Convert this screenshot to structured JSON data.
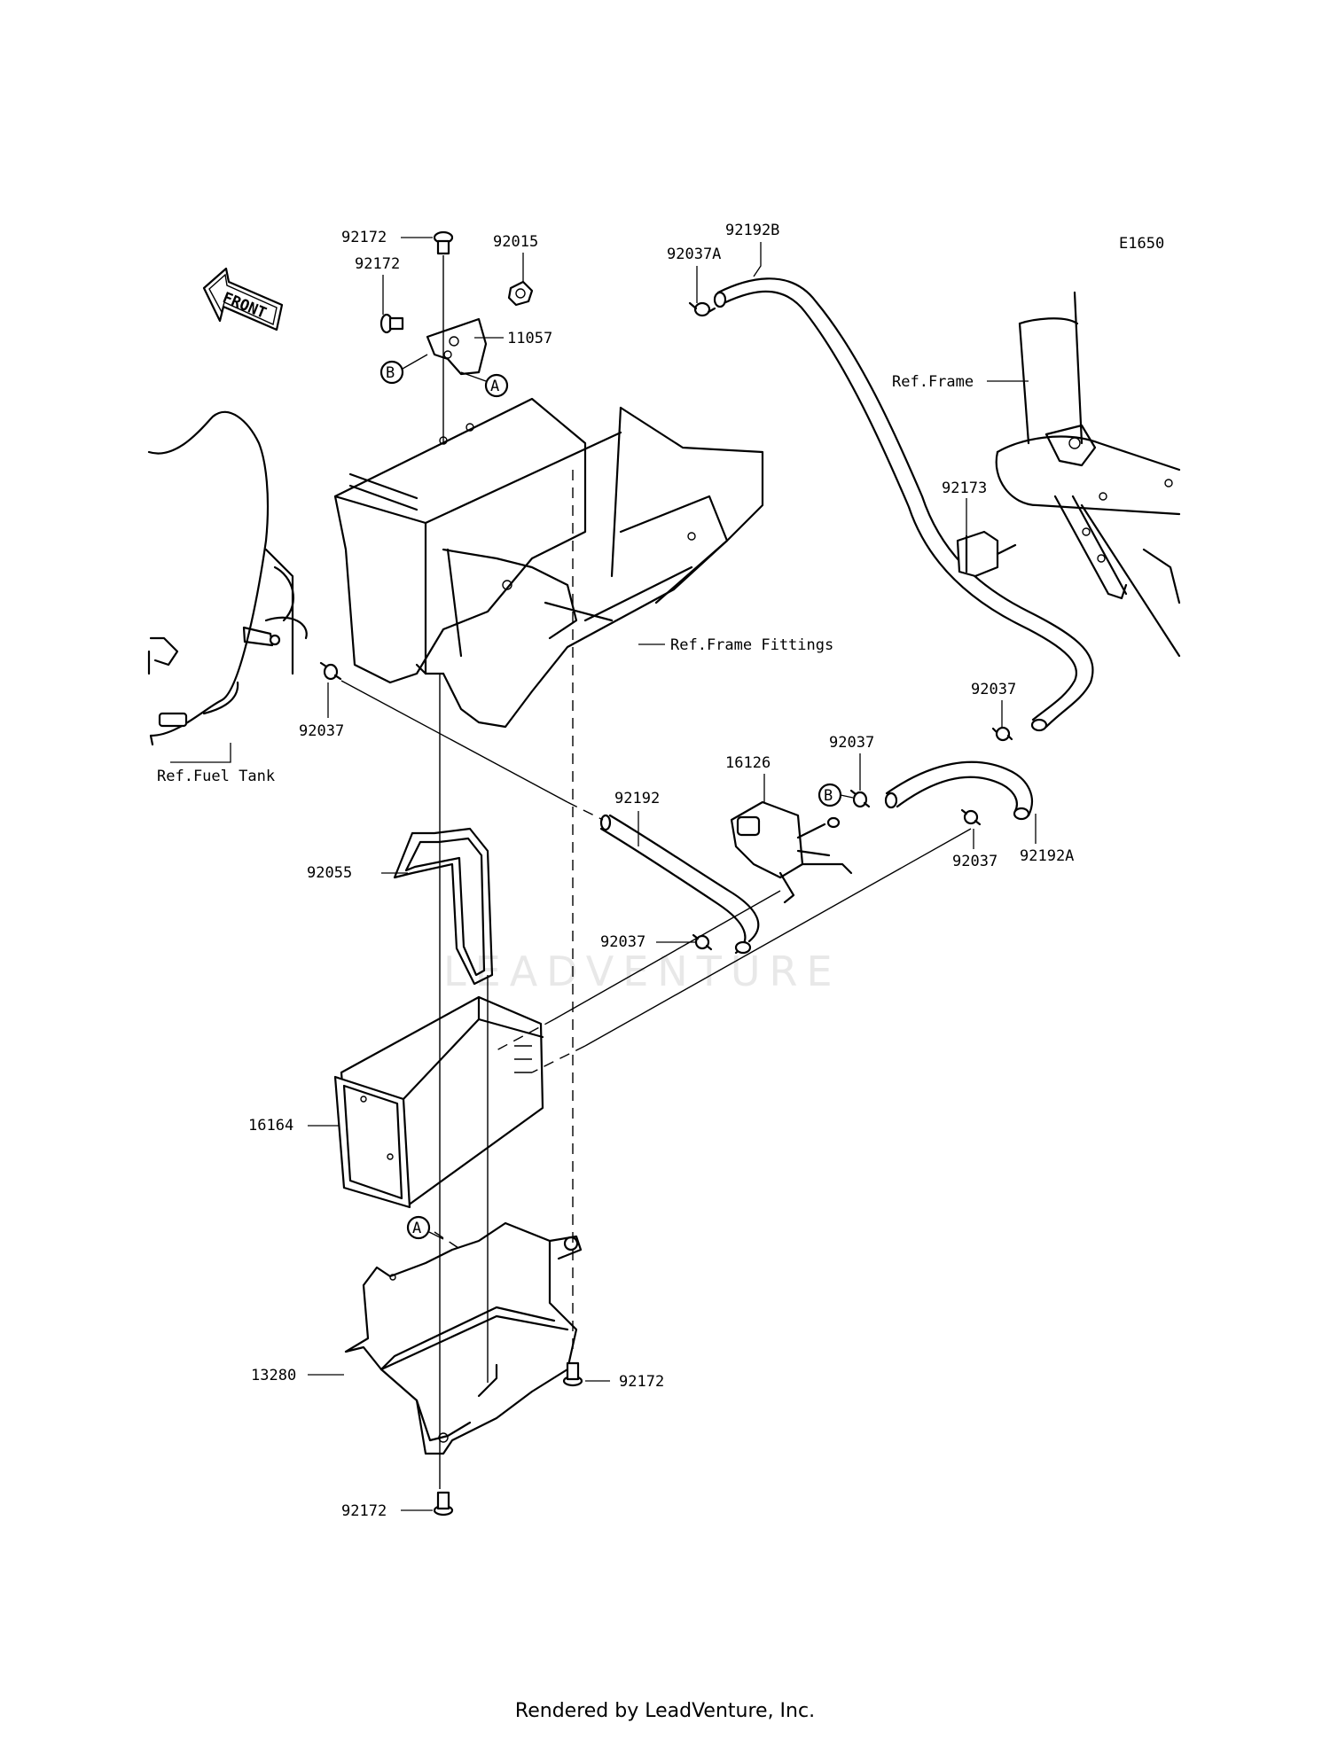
{
  "diagram_code": "E1650",
  "front_label": "FRONT",
  "watermark": "LEADVENTURE",
  "footer": "Rendered by LeadVenture, Inc.",
  "callouts": {
    "c1": "92172",
    "c2": "92015",
    "c3": "92172",
    "c4": "11057",
    "c5": "92037A",
    "c6": "92192B",
    "c7": "Ref.Frame",
    "c8": "92173",
    "c9": "Ref.Frame Fittings",
    "c10": "92037",
    "c11": "Ref.Fuel Tank",
    "c12": "92037",
    "c13": "16126",
    "c14": "92037",
    "c15": "92192",
    "c16": "92192A",
    "c17": "92037",
    "c18": "92055",
    "c19": "92037",
    "c20": "16164",
    "c21": "13280",
    "c22": "92172",
    "c23": "92172"
  },
  "markers": {
    "a": "A",
    "b": "B"
  }
}
